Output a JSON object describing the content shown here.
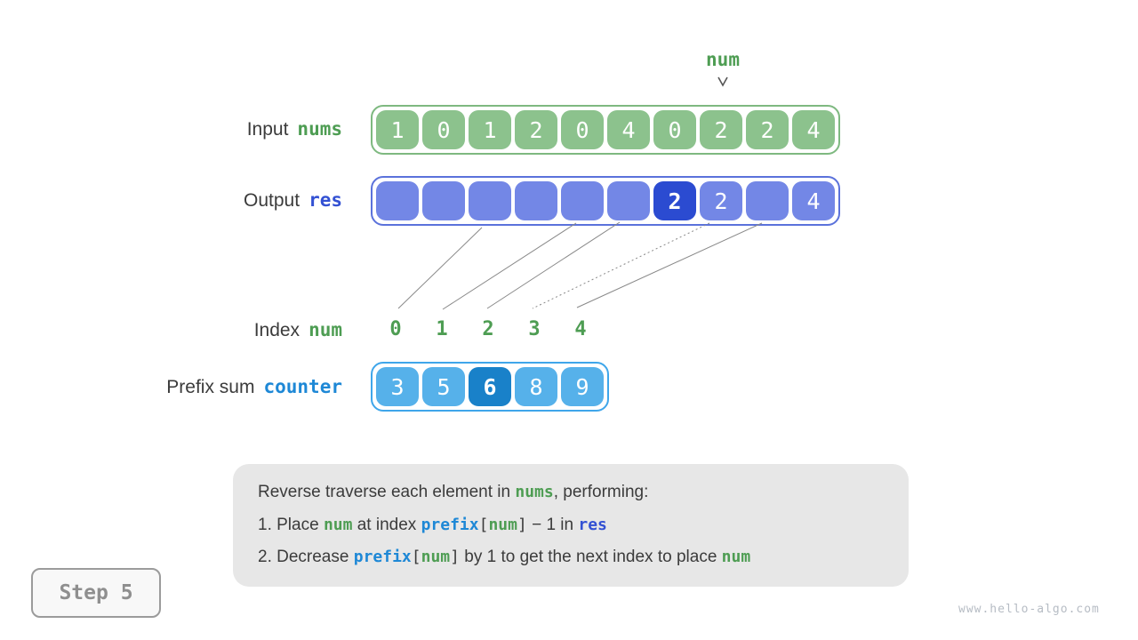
{
  "pointer": {
    "label": "num"
  },
  "rows": {
    "input": {
      "label": "Input",
      "var": "nums",
      "cells": [
        "1",
        "0",
        "1",
        "2",
        "0",
        "4",
        "0",
        "2",
        "2",
        "4"
      ],
      "pointed_cell_index": 7
    },
    "output": {
      "label": "Output",
      "var": "res",
      "cells": [
        "",
        "",
        "",
        "",
        "",
        "",
        "2",
        "2",
        "",
        "4"
      ],
      "highlight_index": 6
    },
    "index": {
      "label": "Index",
      "var": "num",
      "values": [
        "0",
        "1",
        "2",
        "3",
        "4"
      ]
    },
    "counter": {
      "label": "Prefix sum",
      "var": "counter",
      "cells": [
        "3",
        "5",
        "6",
        "8",
        "9"
      ],
      "highlight_index": 2
    }
  },
  "note": {
    "lines": [
      [
        {
          "t": "Reverse traverse each element in ",
          "s": "plain"
        },
        {
          "t": "nums",
          "s": "green"
        },
        {
          "t": ", performing:",
          "s": "plain"
        }
      ],
      [
        {
          "t": "1. Place ",
          "s": "plain"
        },
        {
          "t": "num",
          "s": "green"
        },
        {
          "t": " at index ",
          "s": "plain"
        },
        {
          "t": "prefix",
          "s": "blue"
        },
        {
          "t": "[",
          "s": "bracket"
        },
        {
          "t": "num",
          "s": "green"
        },
        {
          "t": "]",
          "s": "bracket"
        },
        {
          "t": " − 1 in ",
          "s": "plain"
        },
        {
          "t": "res",
          "s": "indigo"
        }
      ],
      [
        {
          "t": "2. Decrease ",
          "s": "plain"
        },
        {
          "t": "prefix",
          "s": "blue"
        },
        {
          "t": "[",
          "s": "bracket"
        },
        {
          "t": "num",
          "s": "green"
        },
        {
          "t": "]",
          "s": "bracket"
        },
        {
          "t": " by 1 to get the next index to place ",
          "s": "plain"
        },
        {
          "t": "num",
          "s": "green"
        }
      ]
    ]
  },
  "step_button": {
    "label": "Step 5"
  },
  "watermark": "www.hello-algo.com",
  "colors": {
    "input_cell": "#8cc28d",
    "input_border": "#7eb980",
    "output_cell": "#7387e6",
    "output_border": "#5b72db",
    "output_highlight": "#2b4bd1",
    "counter_cell": "#56b1ea",
    "counter_border": "#3fa6ea",
    "counter_highlight": "#1981c9",
    "green_code": "#4e9d53",
    "indigo_code": "#3351d3",
    "blue_code": "#1e88d6",
    "note_background": "#e7e7e7",
    "text_dark": "#3b3b3b",
    "step_gray": "#8f8f8f"
  }
}
